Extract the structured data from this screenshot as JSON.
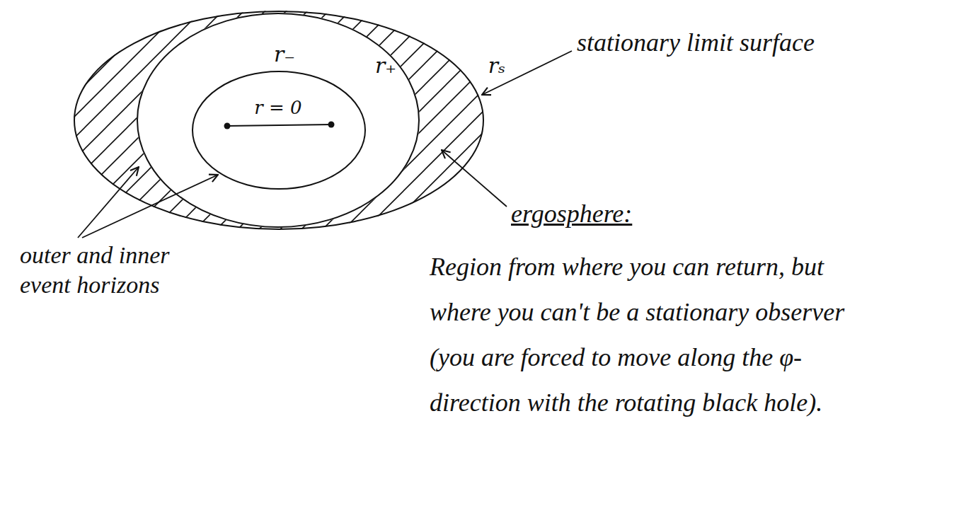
{
  "diagram": {
    "nodes": [
      {
        "text": [
          "rₛ"
        ]
      },
      {
        "text": [
          "r₊"
        ],
        "in": 0
      },
      {
        "text": [
          "r₋",
          "r = 0"
        ],
        "in": 1
      }
    ],
    "labels": [
      "stationary limit surface",
      "outer and inner event horizons",
      "ergosphere:",
      "Region from where you can return, but where you can't be a stationary observer (you are forced to move along the φ-direction with the rotating black hole)."
    ]
  }
}
